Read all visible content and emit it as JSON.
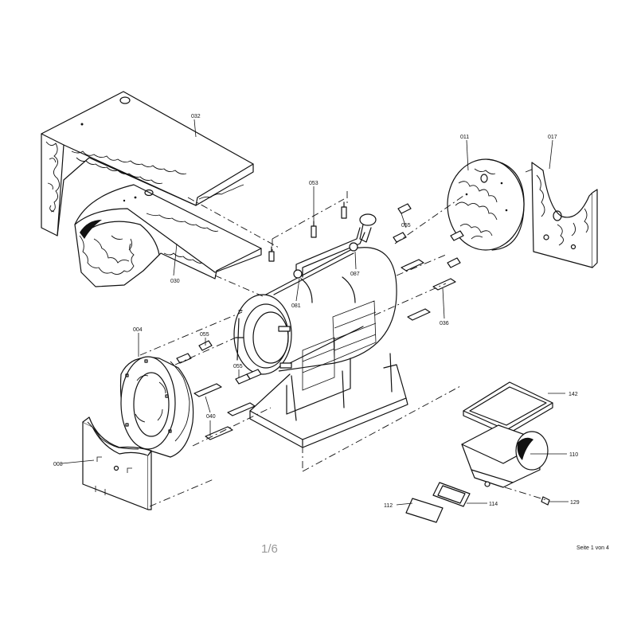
{
  "viewer": {
    "page_indicator": "1/6"
  },
  "document": {
    "footer": "Seite 1 von 4"
  },
  "parts": {
    "p032": "032",
    "p030": "030",
    "p053": "053",
    "p055_top": "055",
    "p087": "087",
    "p081": "081",
    "p011": "011",
    "p017": "017",
    "p036": "036",
    "p004": "004",
    "p055_mid": "055",
    "p055_low": "055",
    "p040": "040",
    "p008": "008",
    "p142": "142",
    "p110": "110",
    "p112": "112",
    "p114": "114",
    "p129": "129"
  }
}
